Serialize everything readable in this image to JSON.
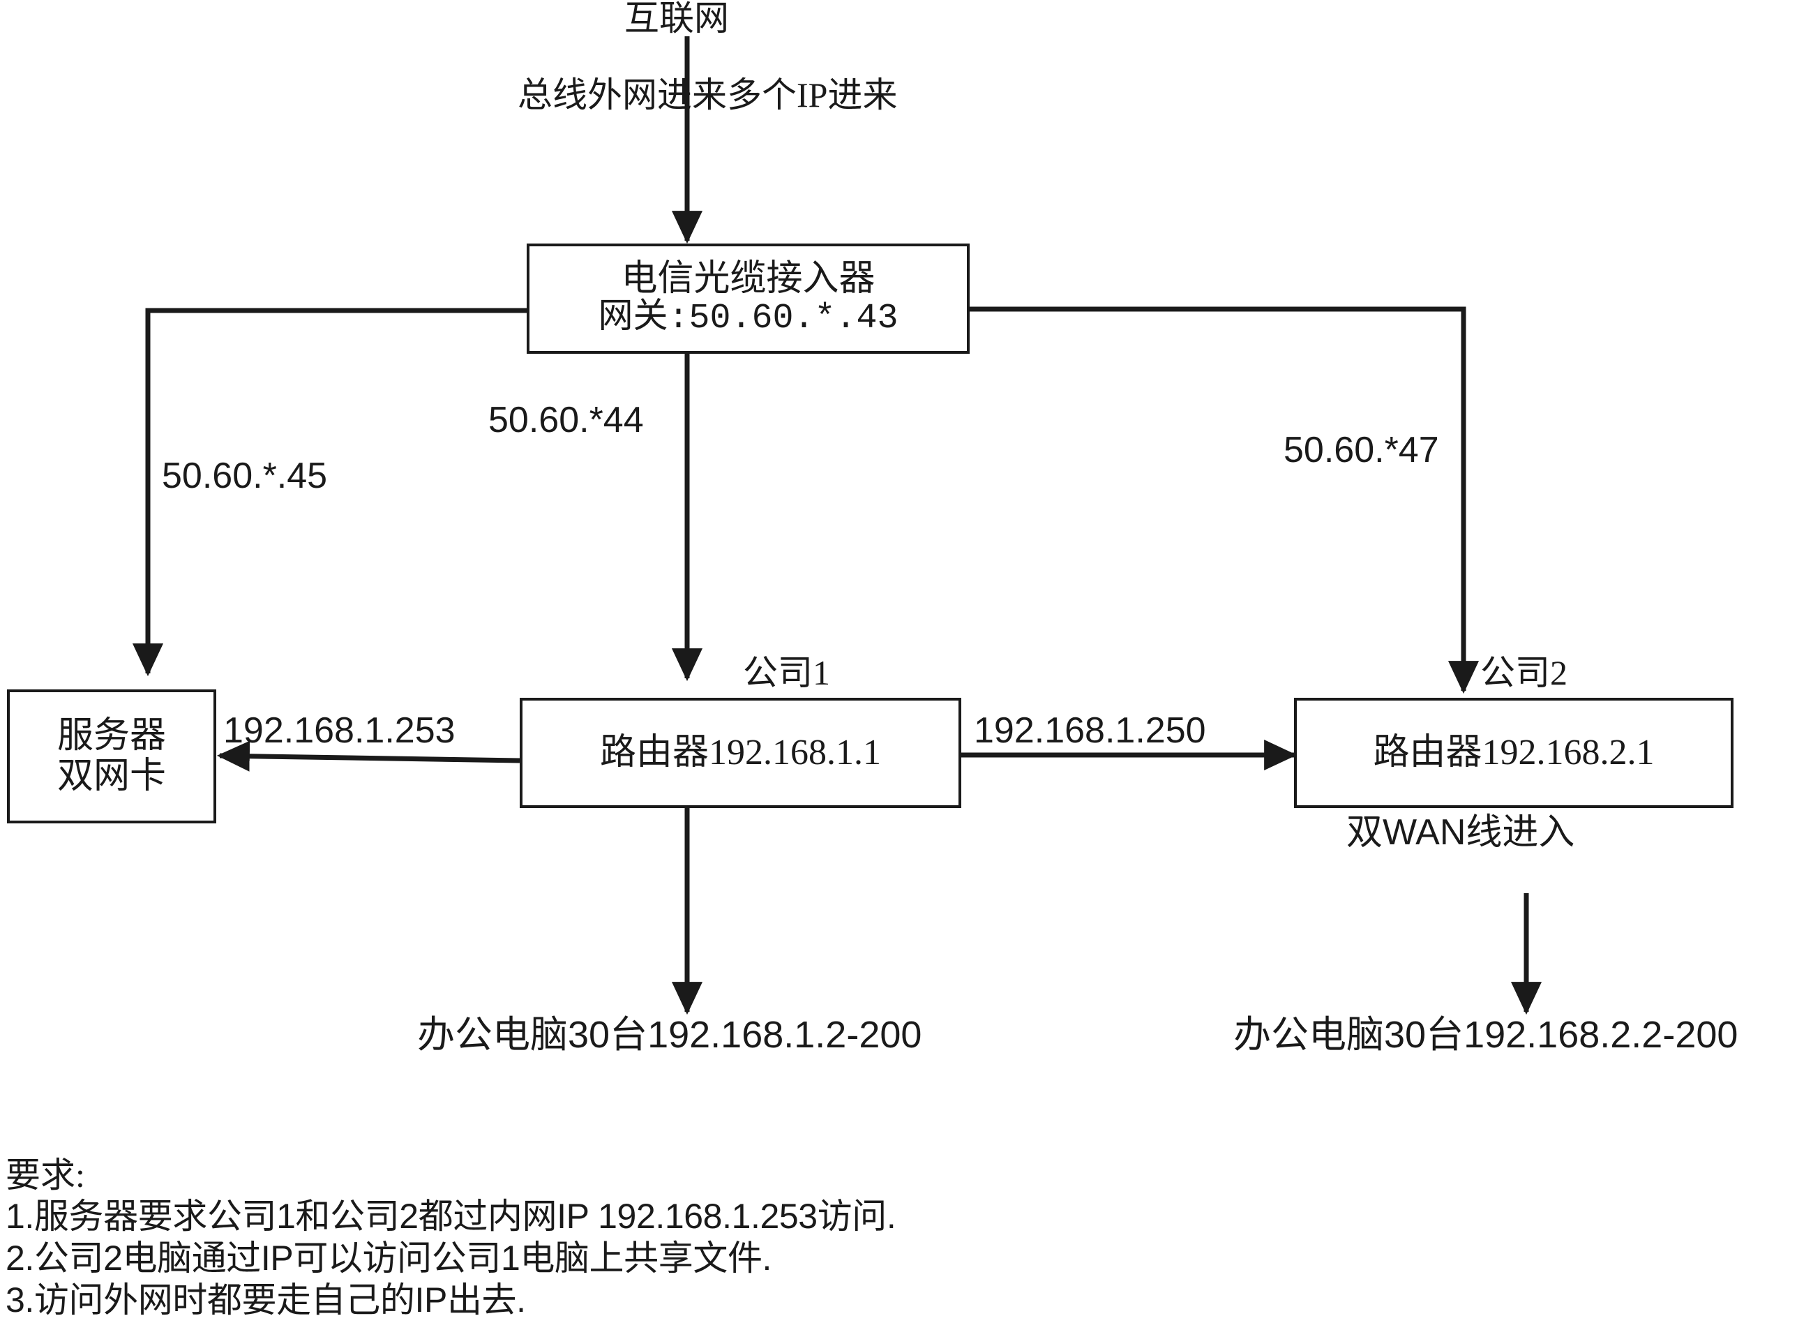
{
  "diagram": {
    "title_top": "互联网",
    "top_link_label": "总线外网进来多个IP进来",
    "nodes": {
      "access_device": {
        "line1": "电信光缆接入器",
        "line2": "网关:50.60.*.43"
      },
      "server": {
        "line1": "服务器",
        "line2": "双网卡"
      },
      "router1": {
        "line1": "路由器192.168.1.1"
      },
      "router2": {
        "line1": "路由器192.168.2.1"
      }
    },
    "edge_labels": {
      "to_server_wan": "50.60.*.45",
      "to_router1_wan": "50.60.*44",
      "to_router2_wan": "50.60.*47",
      "server_lan": "192.168.1.253",
      "router_link": "192.168.1.250"
    },
    "annotations": {
      "company1": "公司1",
      "company2": "公司2",
      "dual_wan": "双WAN线进入",
      "office1": "办公电脑30台192.168.1.2-200",
      "office2": "办公电脑30台192.168.2.2-200"
    },
    "requirements": {
      "heading": "要求:",
      "items": [
        "1.服务器要求公司1和公司2都过内网IP 192.168.1.253访问.",
        "2.公司2电脑通过IP可以访问公司1电脑上共享文件.",
        "3.访问外网时都要走自己的IP出去."
      ]
    },
    "colors": {
      "ink": "#1a1a1a",
      "background": "#ffffff"
    }
  }
}
